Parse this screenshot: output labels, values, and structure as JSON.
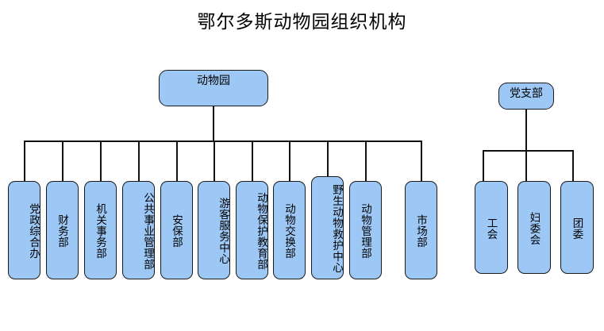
{
  "title": "鄂尔多斯动物园组织机构",
  "colors": {
    "node_fill": "#9DC8F5",
    "node_border": "#1a1a1a",
    "connector": "#111111",
    "background": "#ffffff",
    "text": "#000000"
  },
  "org_chart": {
    "type": "tree",
    "trees": [
      {
        "name": "zoo-tree",
        "root": {
          "label": "动物园"
        },
        "children": [
          {
            "label": "党政综合办"
          },
          {
            "label": "财务部"
          },
          {
            "label": "机关事务部"
          },
          {
            "label": "公共事业管理部"
          },
          {
            "label": "安保部"
          },
          {
            "label": "游客服务中心"
          },
          {
            "label": "动物保护教育部"
          },
          {
            "label": "动物交换部"
          },
          {
            "label": "野生动物救护中心"
          },
          {
            "label": "动物管理部"
          },
          {
            "label": "市场部"
          }
        ]
      },
      {
        "name": "party-branch-tree",
        "root": {
          "label": "党支部"
        },
        "children": [
          {
            "label": "工会"
          },
          {
            "label": "妇委会"
          },
          {
            "label": "团委"
          }
        ]
      }
    ]
  }
}
